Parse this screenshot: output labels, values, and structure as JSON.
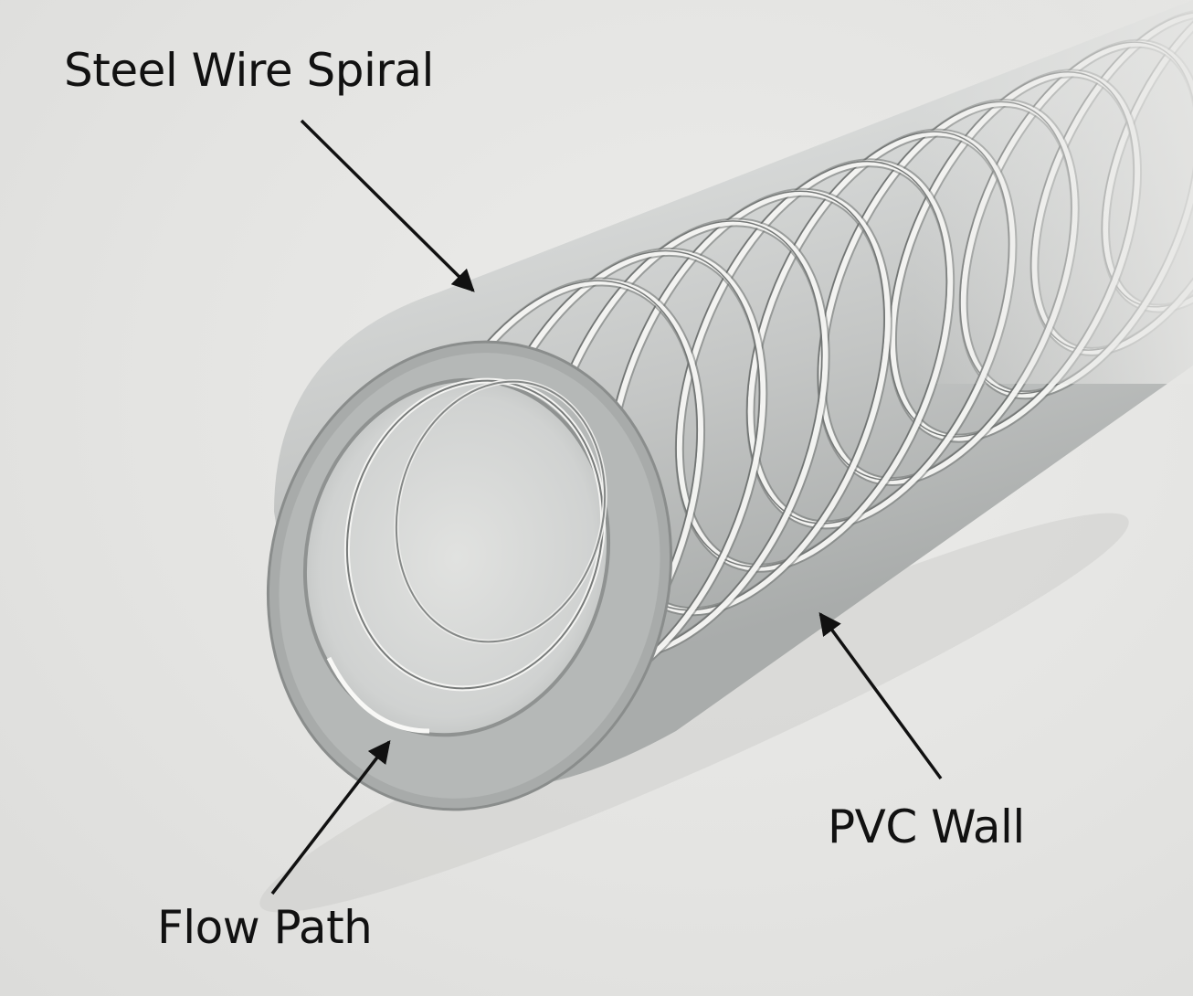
{
  "diagram": {
    "labels": {
      "steel_wire_spiral": "Steel Wire Spiral",
      "pvc_wall": "PVC Wall",
      "flow_path": "Flow Path"
    },
    "colors": {
      "background": "#e5e5e3",
      "hose_body": "#c2c4c3",
      "wire_highlight": "#f8f8f6",
      "wire_shadow": "#6f7271",
      "label_text": "#111111",
      "arrow": "#111111"
    }
  }
}
